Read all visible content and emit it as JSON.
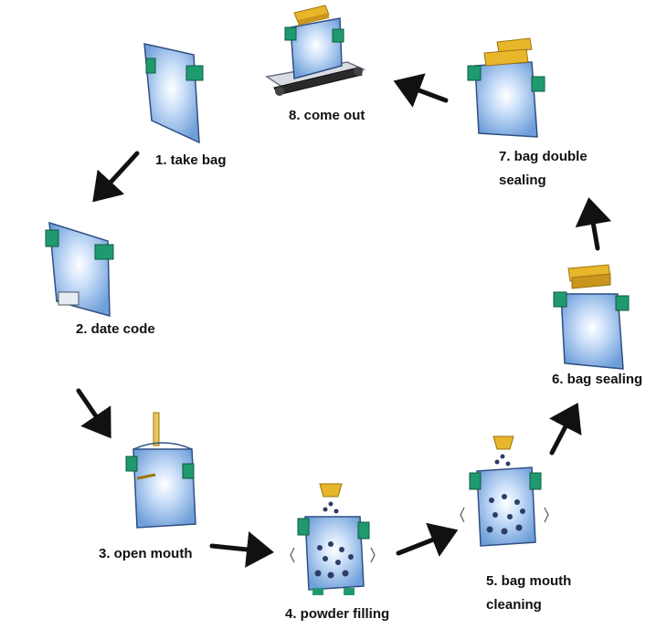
{
  "colors": {
    "bag_fill": "#7fb0e8",
    "bag_glow": "#ffffff",
    "bag_stroke": "#2f4f82",
    "clip": "#1f9a6e",
    "seal_bar": "#e8b62a",
    "arrow": "#111111",
    "belt": "#2a2a2a",
    "powder": "#2c3e66"
  },
  "steps": [
    {
      "id": 1,
      "label": "1. take bag",
      "icon": "flat-bag-icon"
    },
    {
      "id": 2,
      "label": "2. date code",
      "icon": "coded-bag-icon"
    },
    {
      "id": 3,
      "label": "3. open mouth",
      "icon": "opened-bag-icon"
    },
    {
      "id": 4,
      "label": "4. powder filling",
      "icon": "filling-bag-icon"
    },
    {
      "id": 5,
      "label_line1": "5. bag mouth",
      "label_line2": "cleaning",
      "icon": "cleaning-bag-icon"
    },
    {
      "id": 6,
      "label": "6. bag sealing",
      "icon": "sealing-bag-icon"
    },
    {
      "id": 7,
      "label_line1": "7. bag double",
      "label_line2": "sealing",
      "icon": "double-sealing-bag-icon"
    },
    {
      "id": 8,
      "label": "8. come out",
      "icon": "conveyor-output-icon"
    }
  ]
}
